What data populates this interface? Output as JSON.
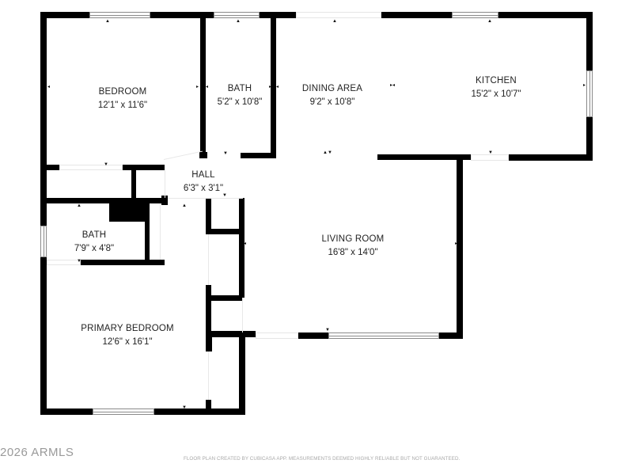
{
  "floor_plan": {
    "rooms": [
      {
        "name": "BEDROOM",
        "dimensions": "12'1\" x 11'6\""
      },
      {
        "name": "BATH",
        "dimensions": "5'2\" x 10'8\""
      },
      {
        "name": "DINING AREA",
        "dimensions": "9'2\" x 10'8\""
      },
      {
        "name": "KITCHEN",
        "dimensions": "15'2\" x 10'7\""
      },
      {
        "name": "HALL",
        "dimensions": "6'3\" x 3'1\""
      },
      {
        "name": "BATH",
        "dimensions": "7'9\" x 4'8\""
      },
      {
        "name": "LIVING ROOM",
        "dimensions": "16'8\" x 14'0\""
      },
      {
        "name": "PRIMARY BEDROOM",
        "dimensions": "12'6\" x 16'1\""
      }
    ],
    "wall_color": "#000000",
    "background_color": "#ffffff"
  },
  "footer": {
    "copyright": "2026 ARMLS",
    "disclaimer": "FLOOR PLAN CREATED BY CUBICASA APP. MEASUREMENTS DEEMED HIGHLY RELIABLE BUT NOT GUARANTEED."
  }
}
